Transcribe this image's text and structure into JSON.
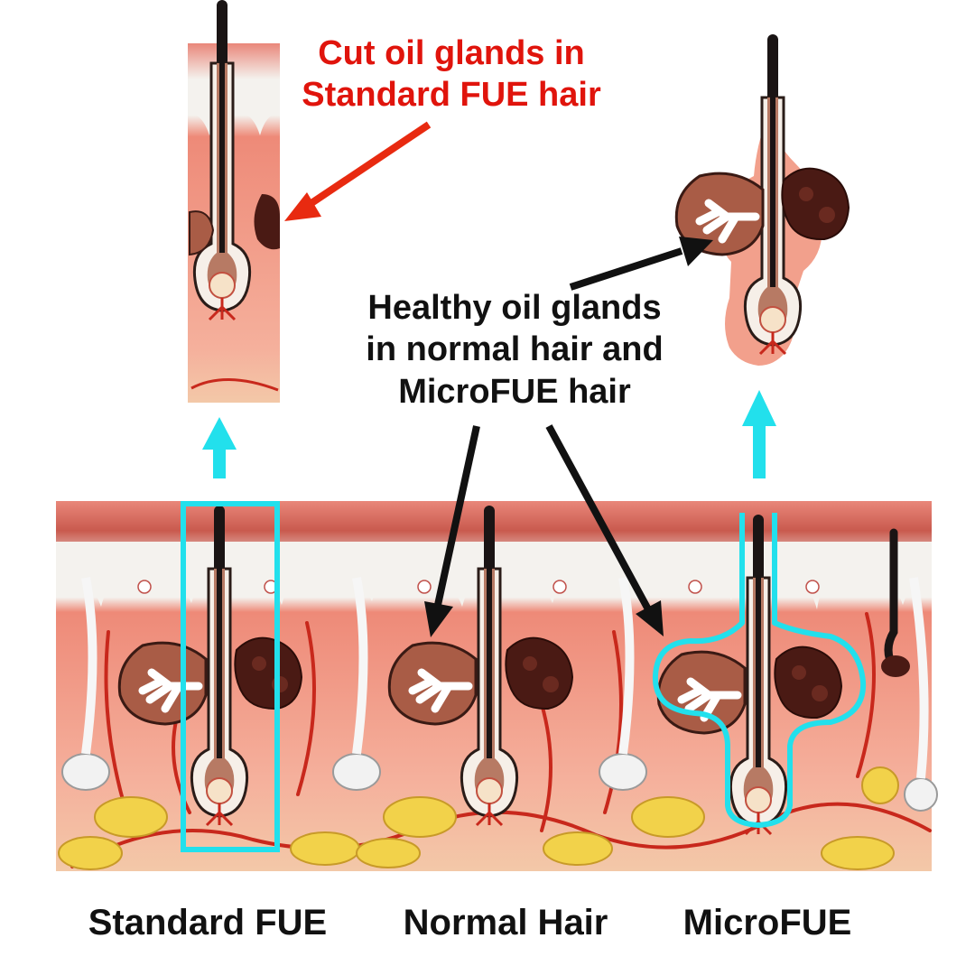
{
  "labels": {
    "cut_line1": "Cut oil glands in",
    "cut_line2": "Standard FUE hair",
    "healthy_line1": "Healthy oil glands",
    "healthy_line2": "in normal hair and",
    "healthy_line3": "MicroFUE hair"
  },
  "captions": {
    "standard": "Standard FUE",
    "normal": "Normal Hair",
    "micro": "MicroFUE"
  },
  "colors": {
    "cut_text": "#e0140c",
    "arrow_red": "#e82a10",
    "arrow_black": "#111111",
    "outline_cyan": "#22e0ec",
    "skin_pink": "#f2a08c",
    "skin_red": "#d8463a",
    "epidermis_white": "#f4f2ee",
    "fat_yellow": "#f2d24a",
    "gland_brown": "#4a1a14",
    "hair_black": "#1a1414"
  }
}
